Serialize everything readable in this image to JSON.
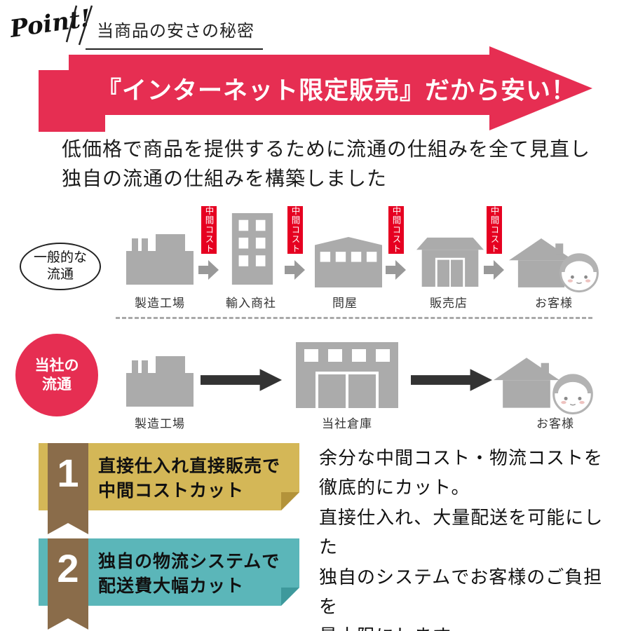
{
  "header": {
    "point_label": "Point!",
    "title": "当商品の安さの秘密"
  },
  "banner": {
    "text": "『インターネット限定販売』だから安い！",
    "color": "#e62e52"
  },
  "intro": {
    "line1": "低価格で商品を提供するために流通の仕組みを全て見直し",
    "line2": "独自の流通の仕組みを構築しました"
  },
  "general_flow": {
    "label_line1": "一般的な",
    "label_line2": "流通",
    "cost_label": "中間コスト",
    "cost_color": "#e60021",
    "steps": [
      {
        "label": "製造工場"
      },
      {
        "label": "輸入商社"
      },
      {
        "label": "問屋"
      },
      {
        "label": "販売店"
      },
      {
        "label": "お客様"
      }
    ]
  },
  "our_flow": {
    "label_line1": "当社の",
    "label_line2": "流通",
    "steps": [
      {
        "label": "製造工場"
      },
      {
        "label": "当社倉庫"
      },
      {
        "label": "お客様"
      }
    ]
  },
  "points": [
    {
      "number": "1",
      "line1": "直接仕入れ直接販売で",
      "line2": "中間コストカット",
      "bg_color": "#d4b757"
    },
    {
      "number": "2",
      "line1": "独自の物流システムで",
      "line2": "配送費大幅カット",
      "bg_color": "#5bb6b9"
    }
  ],
  "description": {
    "lines": [
      "余分な中間コスト・物流コストを",
      "徹底的にカット。",
      "直接仕入れ、大量配送を可能にした",
      "独自のシステムでお客様のご負担を",
      "最小限にします。"
    ]
  },
  "colors": {
    "accent_red": "#e62e52",
    "cost_red": "#e60021",
    "gold": "#d4b757",
    "teal": "#5bb6b9",
    "ribbon_brown": "#8a6c4a",
    "icon_gray": "#ababab"
  }
}
